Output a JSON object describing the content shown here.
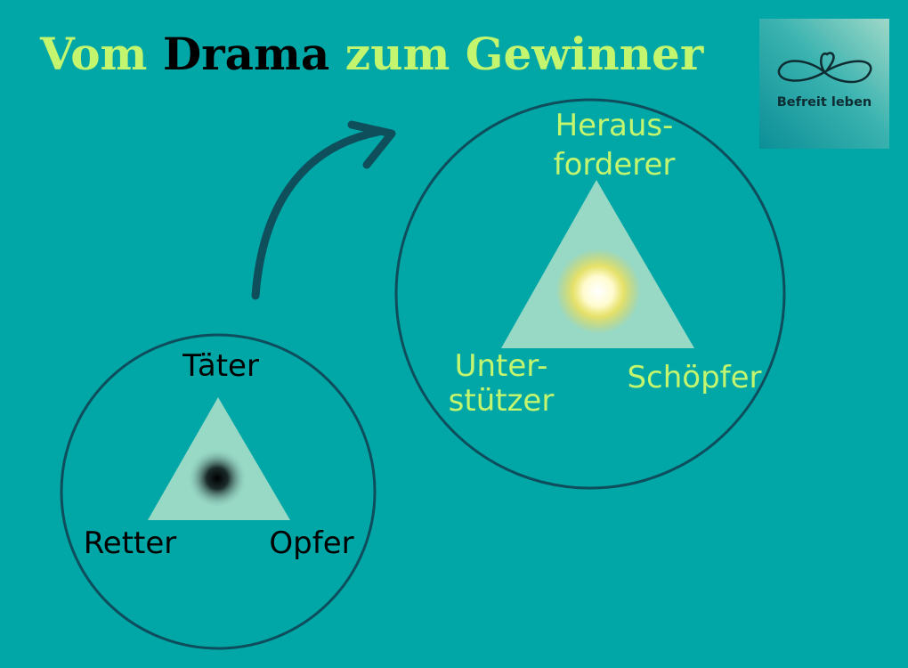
{
  "title": {
    "part1": "Vom",
    "part2": "Drama",
    "part3": "zum Gewinner"
  },
  "logo": {
    "text": "Befreit leben"
  },
  "drama_triangle": {
    "top": "Täter",
    "left": "Retter",
    "right": "Opfer"
  },
  "winner_triangle": {
    "top_line1": "Heraus-",
    "top_line2": "forderer",
    "left_line1": "Unter-",
    "left_line2": "stützer",
    "right": "Schöpfer"
  },
  "colors": {
    "background": "#00a7a6",
    "accent": "#c4f56e",
    "triangle": "#98d9c6",
    "circle": "#0e4d5c"
  }
}
